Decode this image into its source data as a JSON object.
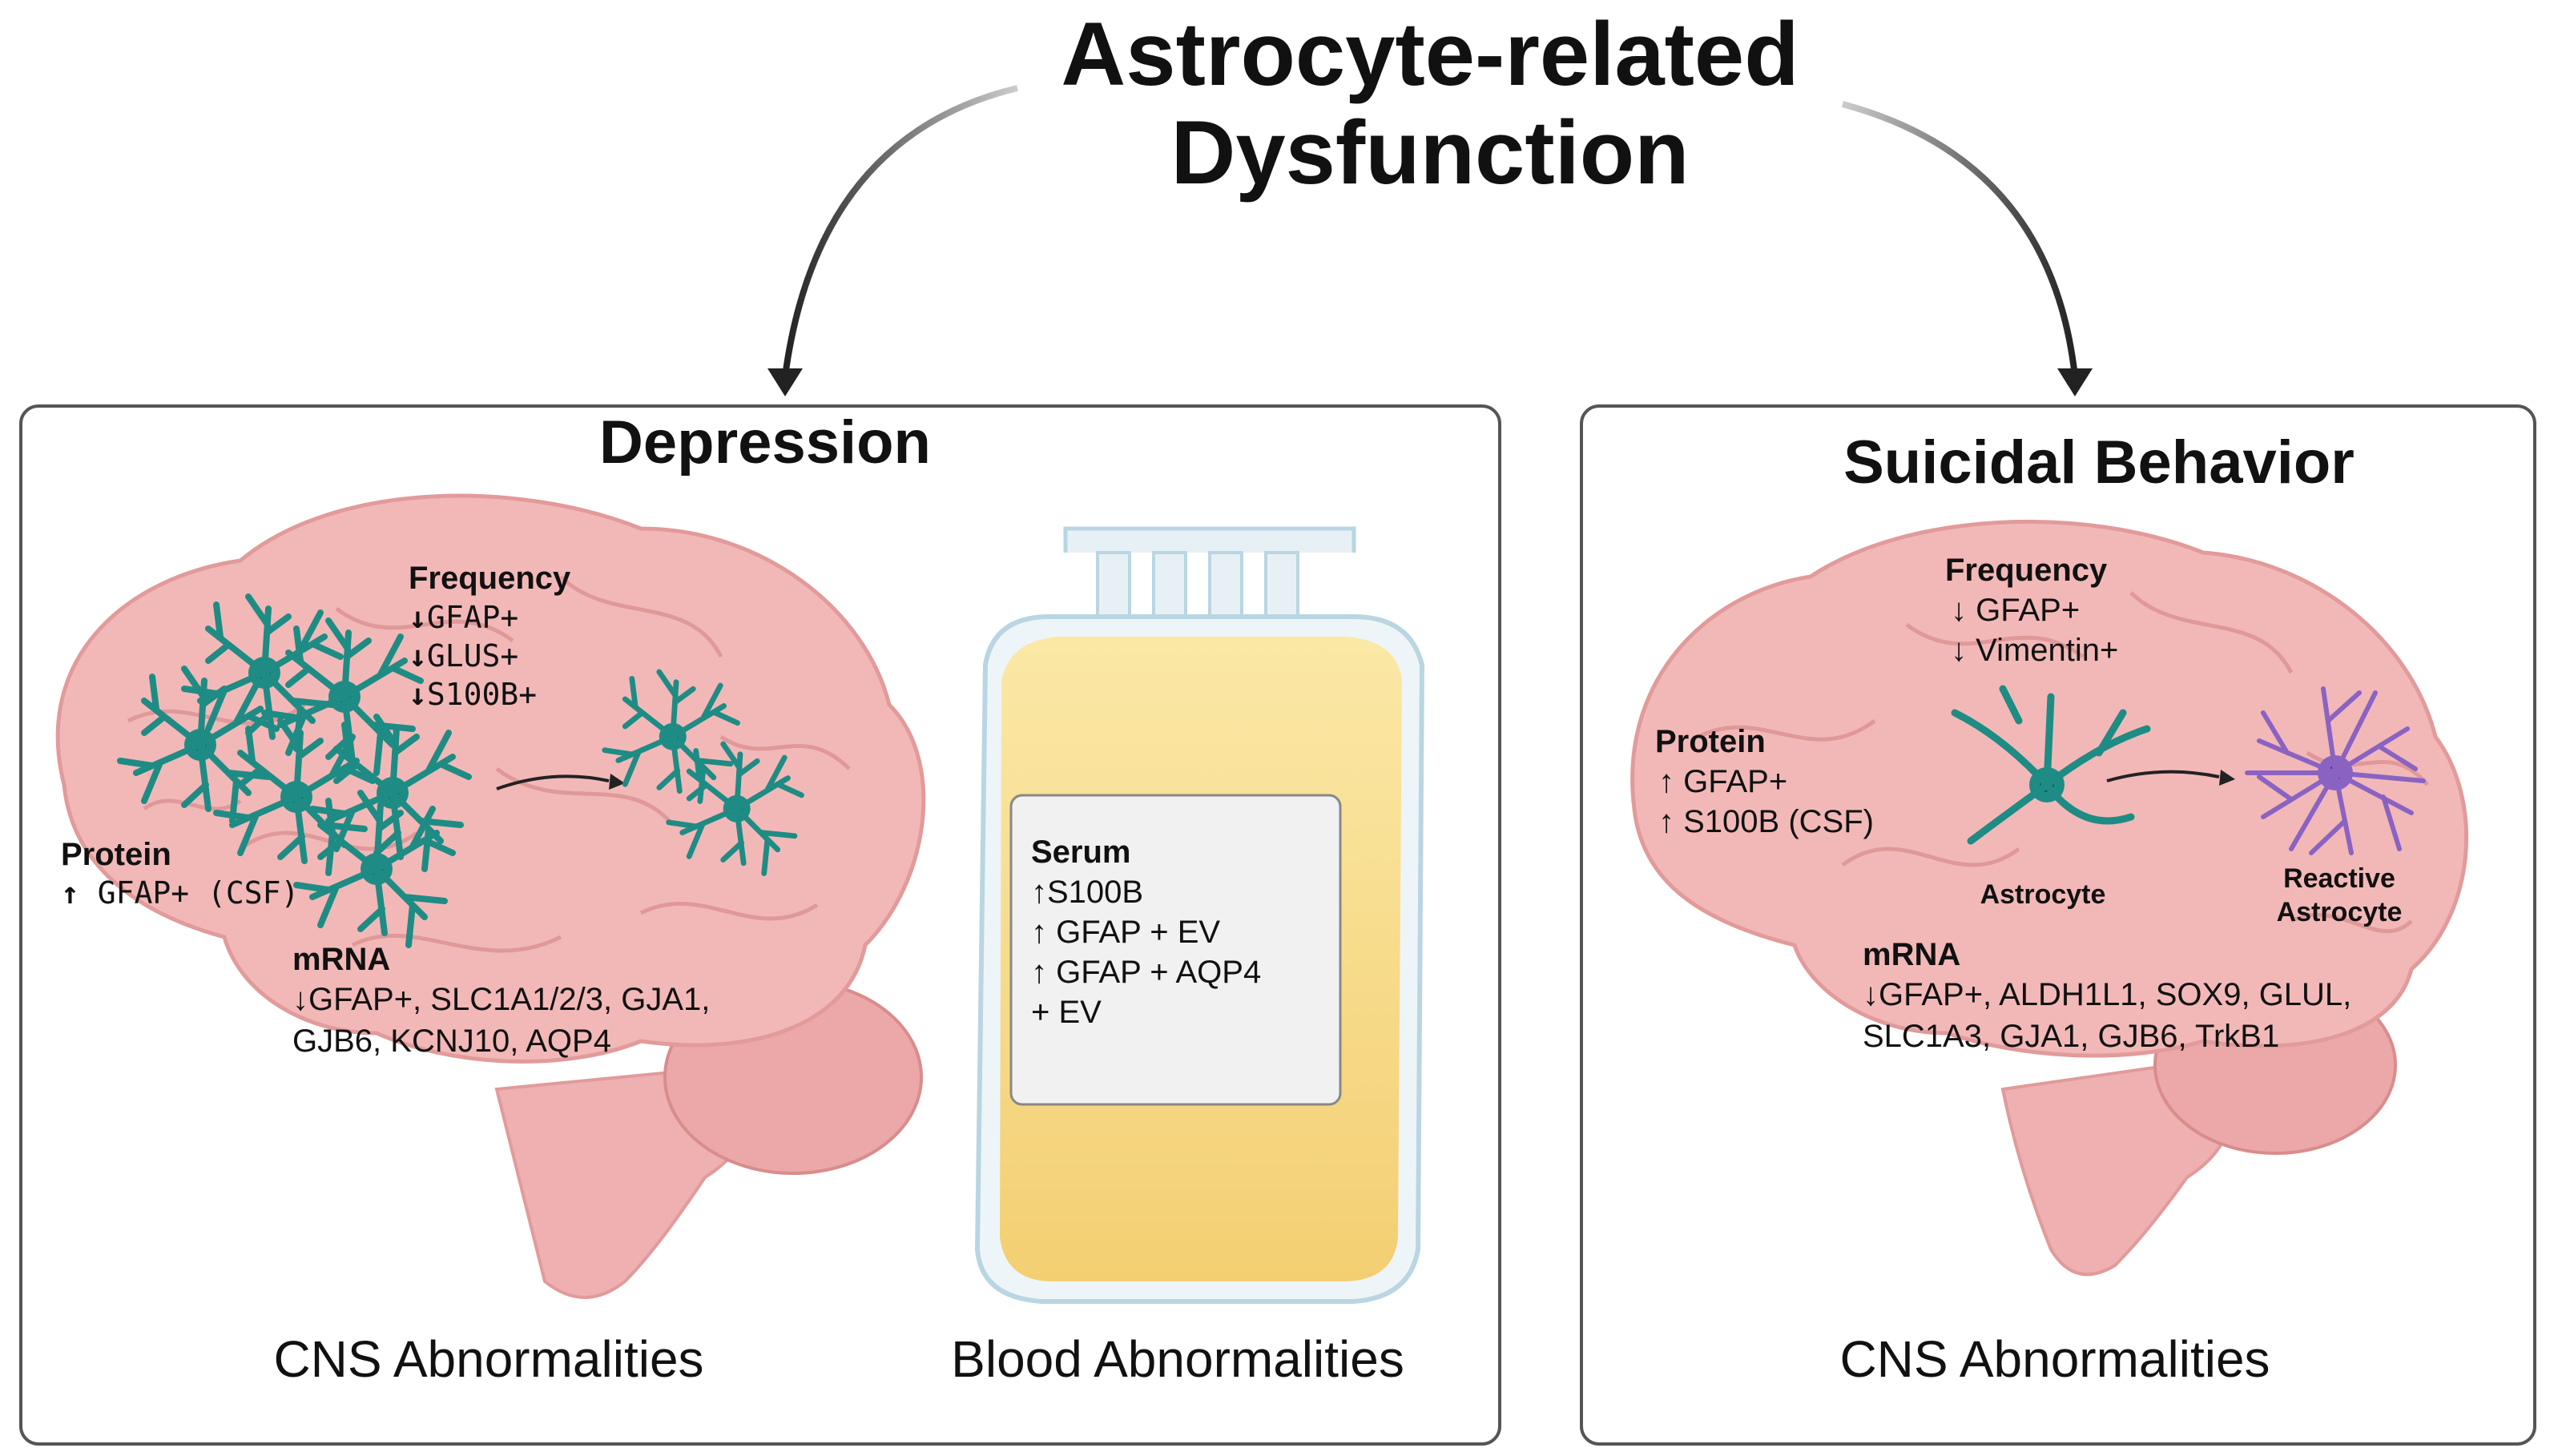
{
  "title": {
    "line1": "Astrocyte-related",
    "line2": "Dysfunction"
  },
  "depression_panel": {
    "title": "Depression",
    "frequency": {
      "header": "Frequency",
      "items": [
        "GFAP+",
        "GLUS+",
        "S100B+"
      ]
    },
    "protein": {
      "header": "Protein",
      "item": "GFAP+ (CSF)"
    },
    "mrna": {
      "header": "mRNA",
      "line1": "GFAP+, SLC1A1/2/3, GJA1,",
      "line2": "GJB6, KCNJ10, AQP4"
    },
    "serum": {
      "header": "Serum",
      "item1": "S100B",
      "item2": "GFAP + EV",
      "item3": "GFAP + AQP4",
      "item3_cont": "+ EV"
    },
    "caption_cns": "CNS Abnormalities",
    "caption_blood": "Blood Abnormalities"
  },
  "suicidal_panel": {
    "title": "Suicidal Behavior",
    "frequency": {
      "header": "Frequency",
      "items": [
        "GFAP+",
        "Vimentin+"
      ]
    },
    "protein": {
      "header": "Protein",
      "items": [
        "GFAP+",
        "S100B (CSF)"
      ]
    },
    "astrocyte_label": "Astrocyte",
    "reactive_label_line1": "Reactive",
    "reactive_label_line2": "Astrocyte",
    "mrna": {
      "header": "mRNA",
      "line1": "GFAP+, ALDH1L1, SOX9, GLUL,",
      "line2": "SLC1A3, GJA1, GJB6, TrkB1"
    },
    "caption_cns": "CNS Abnormalities"
  },
  "symbols": {
    "down": "↓",
    "up": "↑"
  },
  "colors": {
    "brain_fill": "#f2b8b8",
    "brain_stroke": "#e29a9a",
    "astrocyte": "#1e8c84",
    "reactive_astrocyte": "#8a63c2",
    "bag_fluid": "#f8dc86",
    "bag_outline": "#b9d6e2",
    "panel_border": "#555555"
  }
}
